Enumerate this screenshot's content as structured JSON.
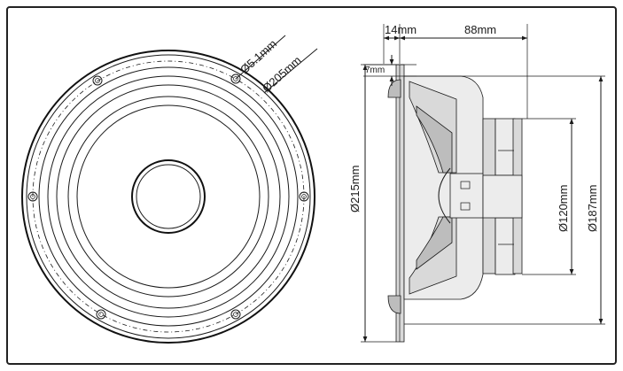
{
  "dimensions": {
    "mount_hole": "Ø5.1mm",
    "bolt_circle": "Ø205mm",
    "flange_depth": "14mm",
    "body_depth": "88mm",
    "flange_thickness": "7mm",
    "outer_diameter": "Ø215mm",
    "magnet_diameter": "Ø120mm",
    "cutout_diameter": "Ø187mm"
  }
}
